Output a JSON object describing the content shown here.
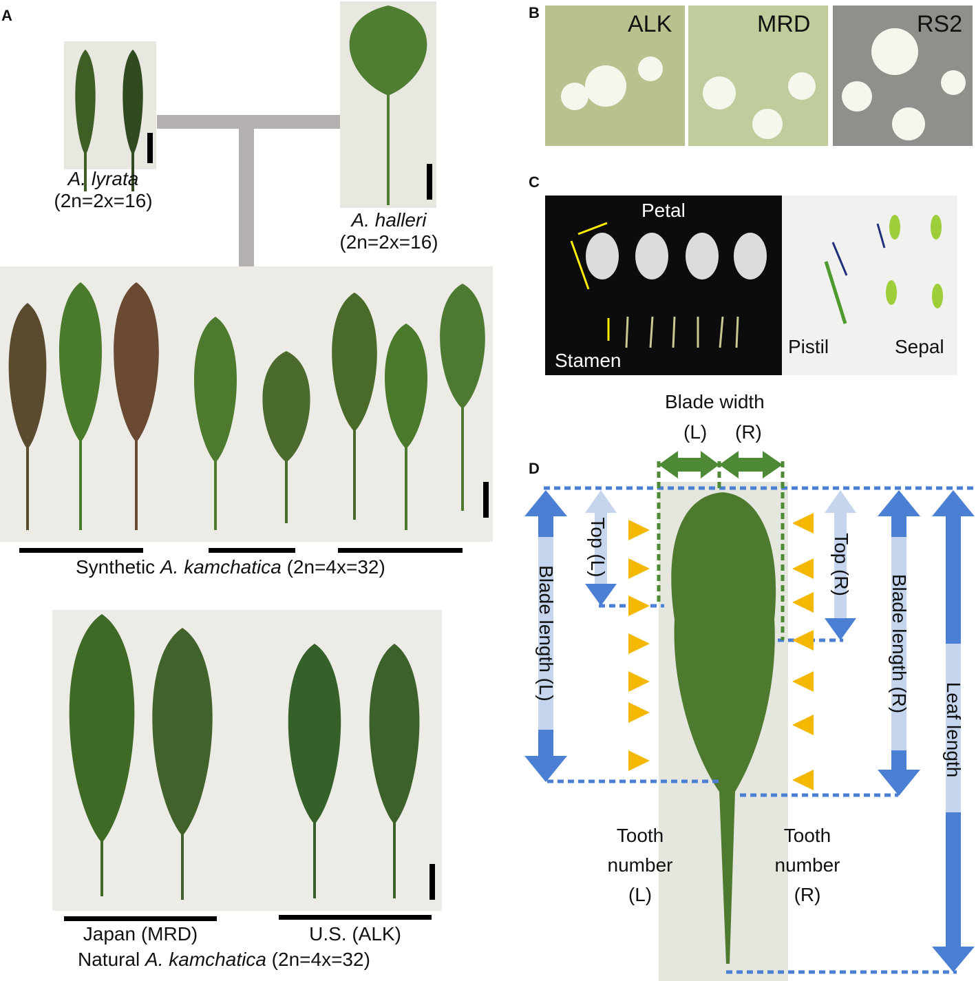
{
  "panels": {
    "A": {
      "label": "A",
      "lyrata": {
        "name": "A. lyrata",
        "ploidy": "(2n=2x=16)"
      },
      "halleri": {
        "name": "A. halleri",
        "ploidy": "(2n=2x=16)"
      },
      "synthetic": {
        "prefix": "Synthetic ",
        "name": "A. kamchatica",
        "ploidy": " (2n=4x=32)"
      },
      "natural": {
        "group1": "Japan (MRD)",
        "group2": "U.S. (ALK)",
        "prefix": "Natural ",
        "name": "A. kamchatica",
        "ploidy": " (2n=4x=32)"
      }
    },
    "B": {
      "label": "B",
      "photos": [
        "ALK",
        "MRD",
        "RS2"
      ]
    },
    "C": {
      "label": "C",
      "petal": "Petal",
      "stamen": "Stamen",
      "pistil": "Pistil",
      "sepal": "Sepal"
    },
    "D": {
      "label": "D",
      "blade_width": "Blade width",
      "width_left": "(L)",
      "width_right": "(R)",
      "top_left": "Top (L)",
      "top_right": "Top (R)",
      "blade_length_left": "Blade length (L)",
      "blade_length_right": "Blade length (R)",
      "leaf_length": "Leaf length",
      "tooth_left": [
        "Tooth",
        "number",
        "(L)"
      ],
      "tooth_right": [
        "Tooth",
        "number",
        "(R)"
      ]
    }
  },
  "colors": {
    "tree": "#b5b0b0",
    "arrow_blue": "#4a7fd4",
    "arrow_light": "#c5d5ee",
    "green_arrow": "#4e8a35",
    "yellow": "#f5b800",
    "leaf": "#4d7a2e"
  }
}
